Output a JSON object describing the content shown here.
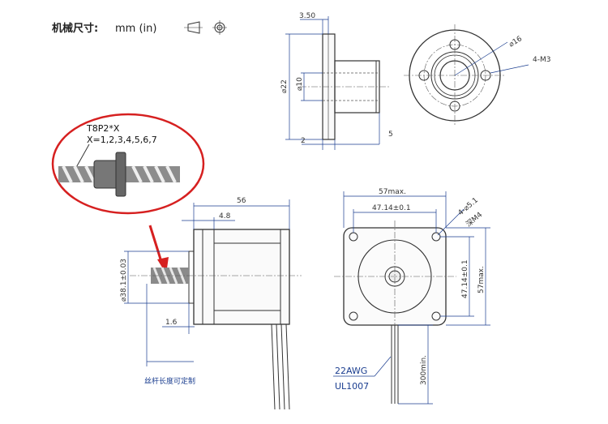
{
  "header": {
    "title": "机械尺寸:",
    "units": "mm  (in)"
  },
  "flange_drawing": {
    "dim_thickness": "3.50",
    "dim_outer_dia": "⌀22",
    "dim_bore_dia": "⌀10",
    "dim_base": "2",
    "dim_boss": "5",
    "dim_pcd": "⌀16",
    "dim_holes": "4-M3"
  },
  "callout": {
    "line1": "T8P2*X",
    "line2": "X=1,2,3,4,5,6,7",
    "ring_color": "#d62020"
  },
  "side_view": {
    "dim_length": "56",
    "dim_step": "4.8",
    "dim_pilot": "⌀38.1±0.03",
    "dim_small": "1.6",
    "note": "丝杆长度可定制"
  },
  "front_view": {
    "dim_width": "57max.",
    "dim_hole_spacing_h": "47.14±0.1",
    "dim_hole_spacing_v": "47.14±0.1",
    "dim_height": "57max.",
    "dim_holes": "4-⌀5.1",
    "dim_holes_depth": "深M4",
    "wire_gauge": "22AWG",
    "wire_standard": "UL1007",
    "dim_lead": "300min."
  }
}
